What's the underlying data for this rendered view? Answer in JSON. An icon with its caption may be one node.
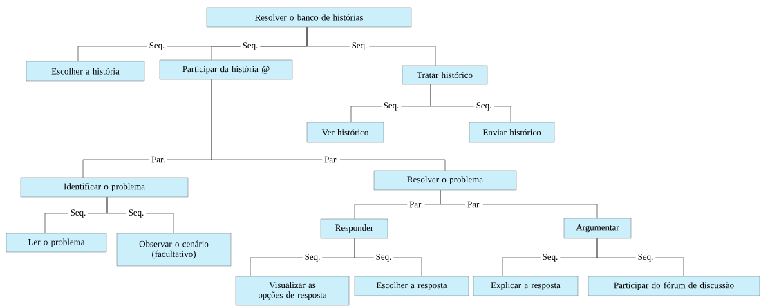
{
  "diagram": {
    "nodes": [
      {
        "text": [
          "Resolver o banco de histórias"
        ]
      },
      {
        "text": [
          "Escolher a história"
        ]
      },
      {
        "text": [
          "Participar da história @"
        ]
      },
      {
        "text": [
          "Tratar histórico"
        ]
      },
      {
        "text": [
          "Ver histórico"
        ]
      },
      {
        "text": [
          "Enviar histórico"
        ]
      },
      {
        "text": [
          "Identificar o problema"
        ]
      },
      {
        "text": [
          "Resolver o problema"
        ]
      },
      {
        "text": [
          "Ler o problema"
        ]
      },
      {
        "text": [
          "Observar o cenário (facultativo)"
        ]
      },
      {
        "text": [
          "Responder"
        ]
      },
      {
        "text": [
          "Argumentar"
        ]
      },
      {
        "text": [
          "Visualizar as opções de resposta"
        ]
      },
      {
        "text": [
          "Escolher a resposta"
        ]
      },
      {
        "text": [
          "Explicar a resposta"
        ]
      },
      {
        "text": [
          "Participar do fórum de discussão"
        ]
      }
    ],
    "edges": [
      {
        "from": 0,
        "to": 1,
        "arrow": "none",
        "label": "Seq."
      },
      {
        "from": 0,
        "to": 2,
        "arrow": "none",
        "label": "Seq."
      },
      {
        "from": 0,
        "to": 3,
        "arrow": "none",
        "label": "Seq."
      },
      {
        "from": 3,
        "to": 4,
        "arrow": "none",
        "label": "Seq."
      },
      {
        "from": 3,
        "to": 5,
        "arrow": "none",
        "label": "Seq."
      },
      {
        "from": 2,
        "to": 6,
        "arrow": "none",
        "label": "Par."
      },
      {
        "from": 2,
        "to": 7,
        "arrow": "none",
        "label": "Par."
      },
      {
        "from": 6,
        "to": 8,
        "arrow": "none",
        "label": "Seq."
      },
      {
        "from": 6,
        "to": 9,
        "arrow": "none",
        "label": "Seq."
      },
      {
        "from": 7,
        "to": 10,
        "arrow": "none",
        "label": "Par."
      },
      {
        "from": 7,
        "to": 11,
        "arrow": "none",
        "label": "Par."
      },
      {
        "from": 10,
        "to": 12,
        "arrow": "none",
        "label": "Seq."
      },
      {
        "from": 10,
        "to": 13,
        "arrow": "none",
        "label": "Seq."
      },
      {
        "from": 11,
        "to": 14,
        "arrow": "none",
        "label": "Seq."
      },
      {
        "from": 11,
        "to": 15,
        "arrow": "none",
        "label": "Seq."
      }
    ]
  }
}
